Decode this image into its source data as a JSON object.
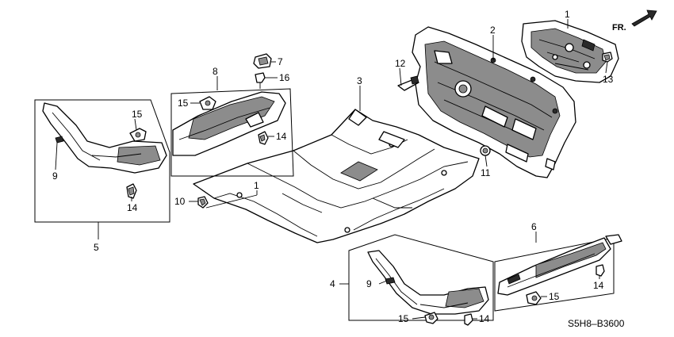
{
  "direction_label": "FR.",
  "diagram_code": "S5H8–B3600",
  "callouts": {
    "c1_top": "1",
    "c1_floor": "1",
    "c2": "2",
    "c3": "3",
    "c4": "4",
    "c5": "5",
    "c6": "6",
    "c7": "7",
    "c8": "8",
    "c9_left": "9",
    "c9_bottom": "9",
    "c10": "10",
    "c11": "11",
    "c12": "12",
    "c13": "13",
    "c14_left": "14",
    "c14_upper": "14",
    "c14_right": "14",
    "c14_bottom": "14",
    "c15_left": "15",
    "c15_upper": "15",
    "c15_right": "15",
    "c15_bottom": "15",
    "c16": "16"
  },
  "colors": {
    "line": "#000000",
    "shade": "#8c8c8c",
    "background": "#ffffff"
  }
}
